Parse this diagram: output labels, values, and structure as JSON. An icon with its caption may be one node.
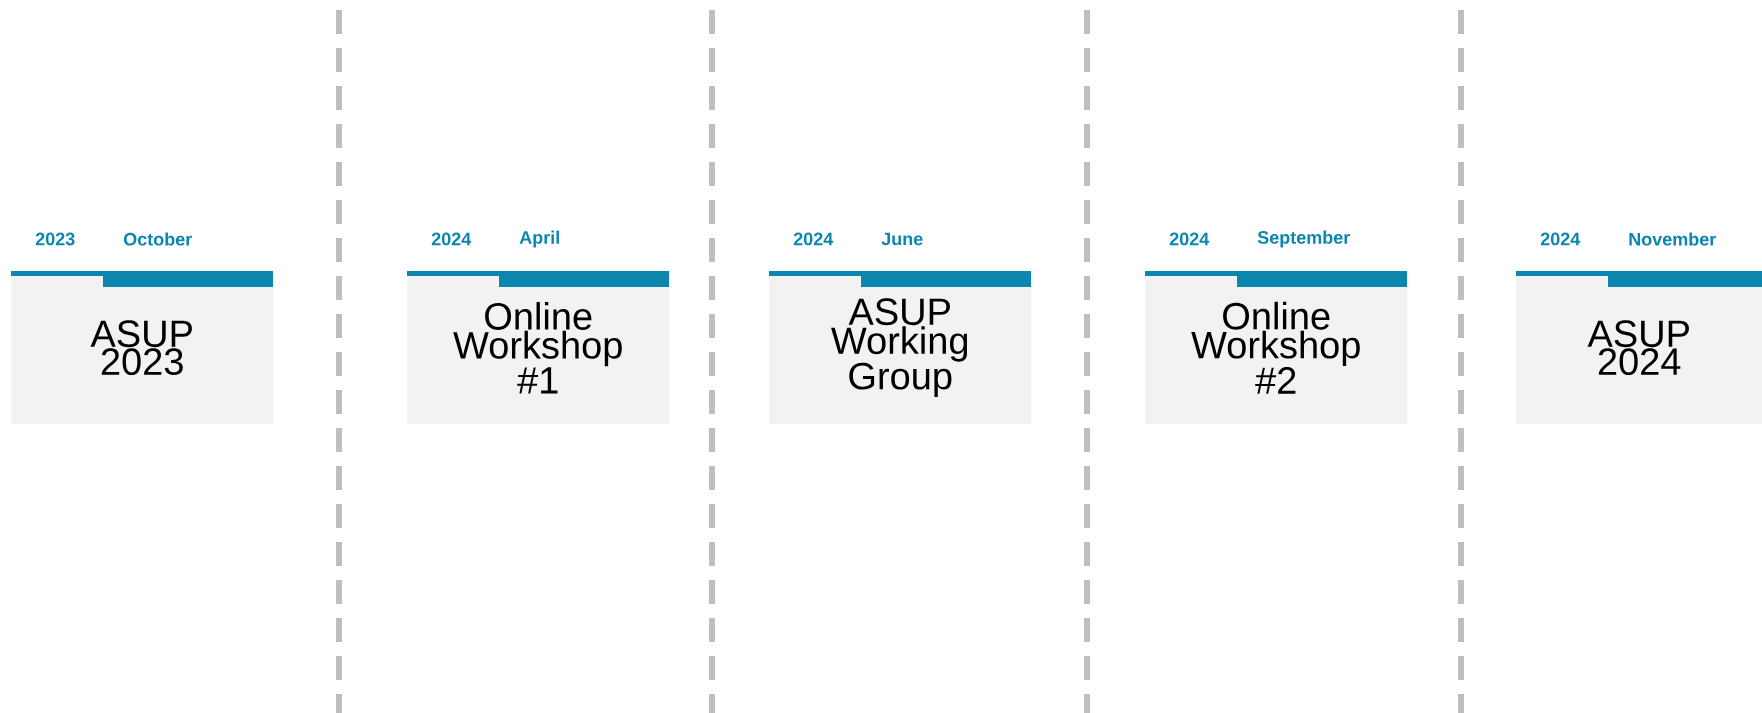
{
  "diagram": {
    "nodes": [
      {
        "text": [
          "ASUP 2023"
        ],
        "beside": [
          "2023",
          "October"
        ]
      },
      {
        "text": [
          "Online Workshop #1"
        ],
        "beside": [
          "2024",
          "April"
        ]
      },
      {
        "text": [
          "ASUP Working Group"
        ],
        "beside": [
          "2024",
          "June"
        ]
      },
      {
        "text": [
          "Online Workshop #2"
        ],
        "beside": [
          "2024",
          "September"
        ]
      },
      {
        "text": [
          "ASUP 2024"
        ],
        "beside": [
          "2024",
          "November"
        ]
      }
    ]
  }
}
